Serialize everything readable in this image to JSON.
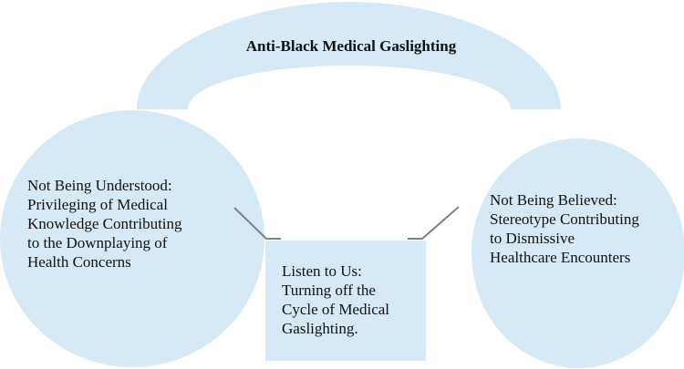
{
  "title": "Anti-Black Medical Gaslighting",
  "nodes": {
    "left": "Not Being Understood:\nPrivileging of Medical\nKnowledge Contributing\nto the Downplaying of\nHealth Concerns",
    "center": "Listen to Us:\nTurning off the\nCycle of Medical\nGaslighting.",
    "right": "Not Being Believed:\nStereotype Contributing\nto Dismissive\nHealthcare Encounters"
  },
  "colors": {
    "shape_fill": "#d5e9f6",
    "connector": "#808080",
    "text": "#111111"
  }
}
